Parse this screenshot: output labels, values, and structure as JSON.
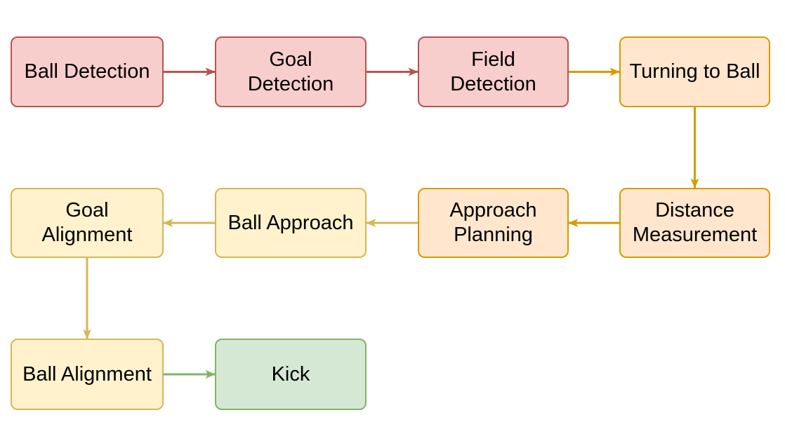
{
  "diagram": {
    "background": "#ffffff",
    "text_color": "#000000",
    "palette": {
      "red": {
        "fill": "#f8cecc",
        "stroke": "#b85450"
      },
      "orange": {
        "fill": "#ffe6cc",
        "stroke": "#d79b00"
      },
      "yellow": {
        "fill": "#fff2cc",
        "stroke": "#d6b656"
      },
      "green": {
        "fill": "#d5e8d4",
        "stroke": "#82b366"
      }
    },
    "nodes": [
      {
        "id": "ball-detection",
        "label": "Ball Detection",
        "color": "red"
      },
      {
        "id": "goal-detection",
        "label": "Goal\nDetection",
        "color": "red"
      },
      {
        "id": "field-detection",
        "label": "Field\nDetection",
        "color": "red"
      },
      {
        "id": "turning-to-ball",
        "label": "Turning to Ball",
        "color": "orange"
      },
      {
        "id": "distance-measurement",
        "label": "Distance\nMeasurement",
        "color": "orange"
      },
      {
        "id": "approach-planning",
        "label": "Approach\nPlanning",
        "color": "orange"
      },
      {
        "id": "ball-approach",
        "label": "Ball Approach",
        "color": "yellow"
      },
      {
        "id": "goal-alignment",
        "label": "Goal\nAlignment",
        "color": "yellow"
      },
      {
        "id": "ball-alignment",
        "label": "Ball Alignment",
        "color": "yellow"
      },
      {
        "id": "kick",
        "label": "Kick",
        "color": "green"
      }
    ],
    "edges": [
      {
        "from": "ball-detection",
        "to": "goal-detection",
        "color": "red"
      },
      {
        "from": "goal-detection",
        "to": "field-detection",
        "color": "red"
      },
      {
        "from": "field-detection",
        "to": "turning-to-ball",
        "color": "orange"
      },
      {
        "from": "turning-to-ball",
        "to": "distance-measurement",
        "color": "orange"
      },
      {
        "from": "distance-measurement",
        "to": "approach-planning",
        "color": "orange"
      },
      {
        "from": "approach-planning",
        "to": "ball-approach",
        "color": "yellow"
      },
      {
        "from": "ball-approach",
        "to": "goal-alignment",
        "color": "yellow"
      },
      {
        "from": "goal-alignment",
        "to": "ball-alignment",
        "color": "yellow"
      },
      {
        "from": "ball-alignment",
        "to": "kick",
        "color": "green"
      }
    ]
  }
}
